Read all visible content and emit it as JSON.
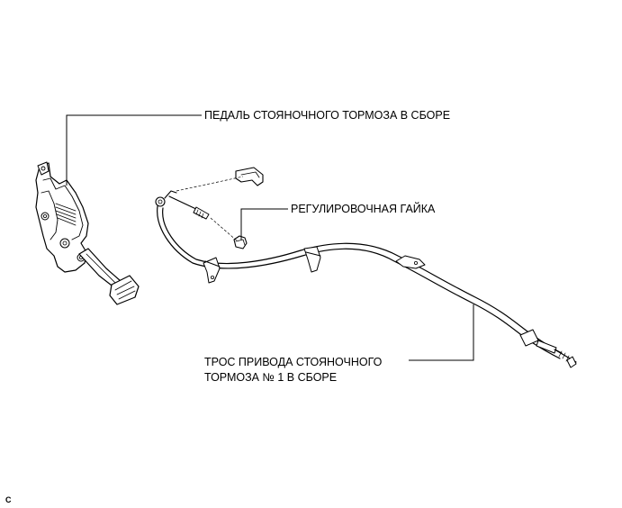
{
  "labels": {
    "pedal": "ПЕДАЛЬ СТОЯНОЧНОГО ТОРМОЗА В СБОРЕ",
    "nut": "РЕГУЛИРОВОЧНАЯ ГАЙКА",
    "cable_line1": "ТРОС ПРИВОДА СТОЯНОЧНОГО",
    "cable_line2": "ТОРМОЗА № 1 В СБОРЕ"
  },
  "corner_mark": "C",
  "colors": {
    "ink": "#000000",
    "background": "#ffffff"
  }
}
